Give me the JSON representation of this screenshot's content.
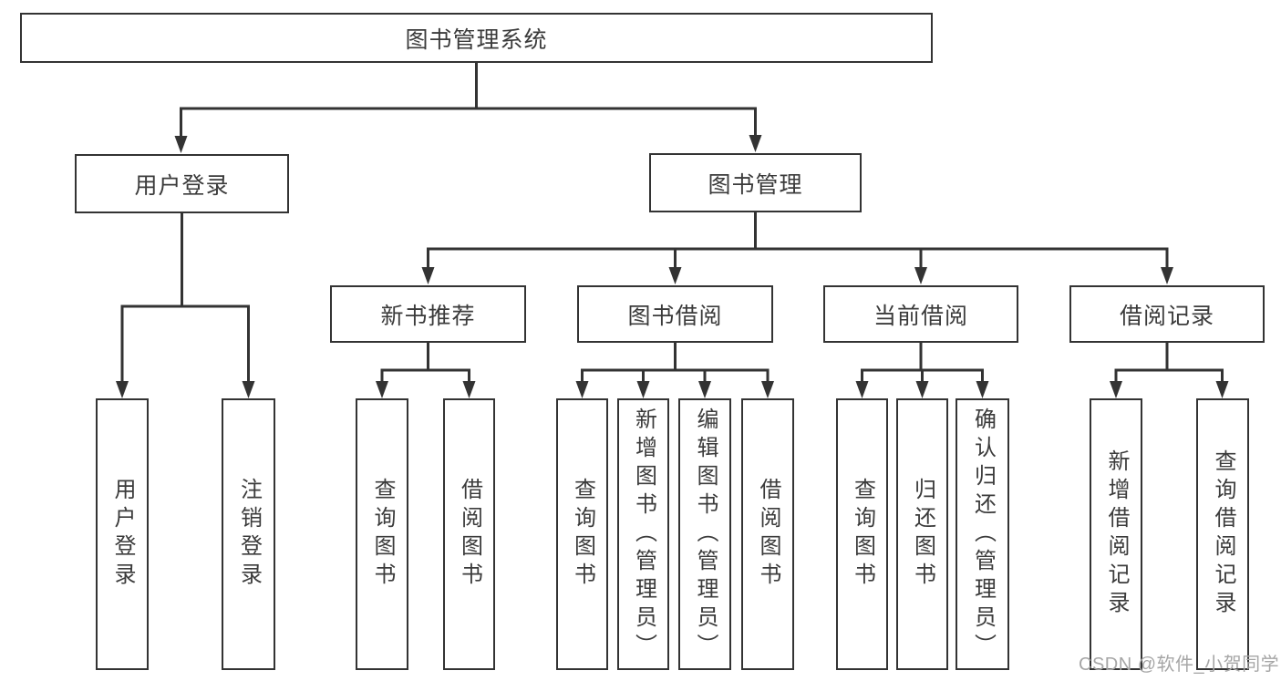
{
  "tree": {
    "root": {
      "label": "图书管理系统",
      "children": [
        {
          "label": "用户登录",
          "children": [
            {
              "label": "用户登录"
            },
            {
              "label": "注销登录"
            }
          ]
        },
        {
          "label": "图书管理",
          "children": [
            {
              "label": "新书推荐",
              "children": [
                {
                  "label": "查询图书"
                },
                {
                  "label": "借阅图书"
                }
              ]
            },
            {
              "label": "图书借阅",
              "children": [
                {
                  "label": "查询图书"
                },
                {
                  "label": "新增图书（管理员）"
                },
                {
                  "label": "编辑图书（管理员）"
                },
                {
                  "label": "借阅图书"
                }
              ]
            },
            {
              "label": "当前借阅",
              "children": [
                {
                  "label": "查询图书"
                },
                {
                  "label": "归还图书"
                },
                {
                  "label": "确认归还（管理员）"
                }
              ]
            },
            {
              "label": "借阅记录",
              "children": [
                {
                  "label": "新增借阅记录"
                },
                {
                  "label": "查询借阅记录"
                }
              ]
            }
          ]
        }
      ]
    }
  },
  "watermark": {
    "text": "CSDN @软件_小贺同学"
  },
  "colors": {
    "line": "#333333",
    "text": "#3b3b3b",
    "watermark": "#a6a6a6",
    "background": "#ffffff"
  }
}
